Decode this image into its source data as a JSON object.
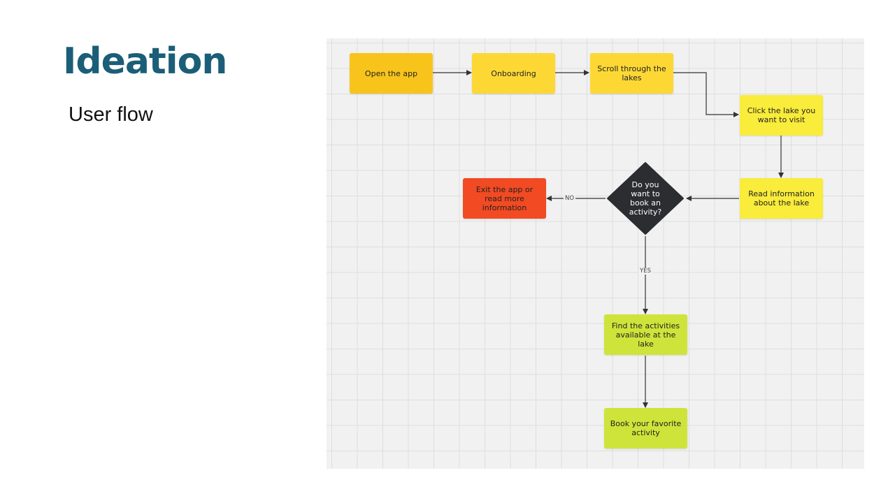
{
  "slide": {
    "title": "Ideation",
    "subtitle": "User flow"
  },
  "colors": {
    "title": "#1b5e78",
    "board_bg": "#f1f1f1",
    "grid": "#dedede",
    "yellow_dark": "#f8c41b",
    "yellow": "#fdd835",
    "yellow_light": "#f9ec3a",
    "red": "#f24a23",
    "green": "#cfe43a",
    "diamond": "#2b2d31",
    "connector": "#333333"
  },
  "diagram": {
    "nodes": {
      "open_app": "Open the app",
      "onboarding": "Onboarding",
      "scroll_lakes": "Scroll through the lakes",
      "click_lake": "Click the lake you want to visit",
      "read_info": "Read information about the lake",
      "decision": "Do you want to book an activity?",
      "exit_app": "Exit the app or read more information",
      "find_activities": "Find the activities available at the lake",
      "book_activity": "Book your favorite activity"
    },
    "edge_labels": {
      "no": "NO",
      "yes": "YES"
    },
    "edges": [
      {
        "from": "open_app",
        "to": "onboarding"
      },
      {
        "from": "onboarding",
        "to": "scroll_lakes"
      },
      {
        "from": "scroll_lakes",
        "to": "click_lake"
      },
      {
        "from": "click_lake",
        "to": "read_info"
      },
      {
        "from": "read_info",
        "to": "decision"
      },
      {
        "from": "decision",
        "to": "exit_app",
        "label": "NO"
      },
      {
        "from": "decision",
        "to": "find_activities",
        "label": "YES"
      },
      {
        "from": "find_activities",
        "to": "book_activity"
      }
    ]
  }
}
